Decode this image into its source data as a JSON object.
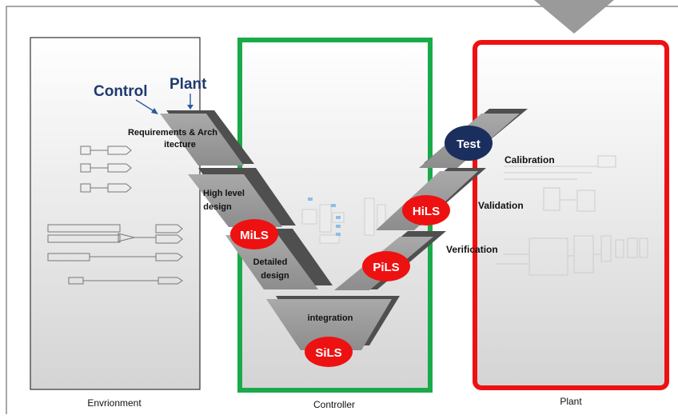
{
  "panels": {
    "environment": "Envrionment",
    "controller": "Controller",
    "plant": "Plant"
  },
  "annotations": {
    "control": "Control",
    "plant": "Plant"
  },
  "stages": {
    "requirements_line1": "Requirements & Arch",
    "requirements_line2": "itecture",
    "high_level_line1": "High level",
    "high_level_line2": "design",
    "detailed_line1": "Detailed",
    "detailed_line2": "design",
    "integration": "integration"
  },
  "badges": {
    "mils": "MiLS",
    "sils": "SiLS",
    "pils": "PiLS",
    "hils": "HiLS",
    "test": "Test"
  },
  "right_labels": {
    "calibration": "Calibration",
    "validation": "Validation",
    "verification": "Verification"
  },
  "colors": {
    "controller_border": "#1aaa4a",
    "plant_border": "#ee1111",
    "badge_red": "#ee1111",
    "badge_navy": "#1b2f5e",
    "annotation_blue": "#1f3a70"
  }
}
